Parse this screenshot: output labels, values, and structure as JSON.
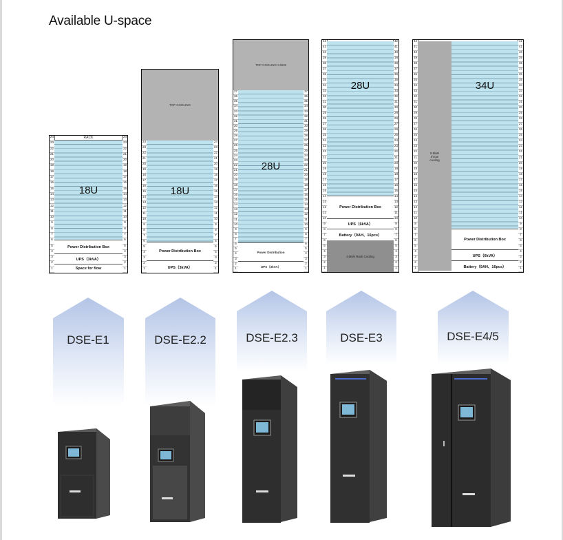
{
  "title": "Available U-space",
  "diagrams": [
    {
      "id": "e1",
      "rack_label": "RACK",
      "u_header": "U",
      "top_block": "",
      "capacity": "18U",
      "blocks": [
        "Power Distribution Box",
        "UPS（3kVA）",
        "Space for flow"
      ],
      "left_rail": [
        "24",
        "23",
        "22",
        "21",
        "20",
        "19",
        "18",
        "17",
        "16",
        "15",
        "14",
        "13",
        "12",
        "11",
        "10",
        "9",
        "8",
        "7",
        "6",
        "5",
        "4",
        "3",
        "2",
        "1"
      ]
    },
    {
      "id": "e22",
      "top_block": "TOP COOLING",
      "capacity": "18U",
      "blocks": [
        "Power Distribution Box",
        "UPS（3kVA）"
      ],
      "left_rail": [
        "24",
        "23",
        "22",
        "21",
        "20",
        "19",
        "18",
        "17",
        "16",
        "15",
        "14",
        "13",
        "12",
        "11",
        "10",
        "9",
        "8",
        "7",
        "6",
        "5",
        "4",
        "3",
        "2",
        "1"
      ]
    },
    {
      "id": "e23",
      "top_block": "TOP COOLING 3.5kW",
      "capacity": "28U",
      "blocks": [
        "Power Distribution",
        "UPS（3kVA）"
      ]
    },
    {
      "id": "e3",
      "top_block": "",
      "capacity": "28U",
      "blocks": [
        "Power Distribution Box",
        "UPS（6kVA）",
        "Battery（9AH、16pcs）",
        "3.5kW Rack Cooling"
      ]
    },
    {
      "id": "e45",
      "side_block": "5.5kW\nInrow\ncooling",
      "capacity": "34U",
      "blocks": [
        "Power Distribution Box",
        "UPS（6kVA）",
        "Battery（9AH、16pcs）"
      ]
    }
  ],
  "models": [
    "DSE-E1",
    "DSE-E2.2",
    "DSE-E2.3",
    "DSE-E3",
    "DSE-E4/5"
  ],
  "colors": {
    "rack_blue": "#bfe3ee",
    "rack_gray": "#b3b3b3",
    "arrow_top": "#b9c9e8",
    "cabinet_body": "#3a3a3a"
  }
}
